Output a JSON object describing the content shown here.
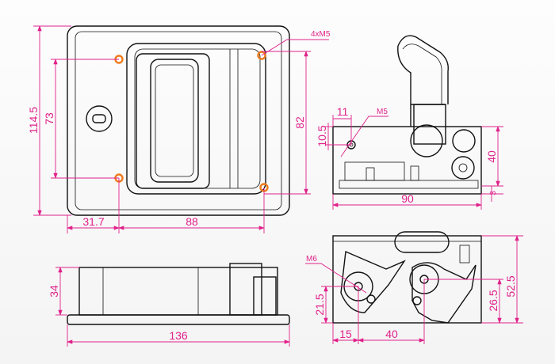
{
  "colors": {
    "dimension": "#e0218a",
    "hole": "#f07a1a",
    "line": "#111111"
  },
  "front_view": {
    "overall_height": "114.5",
    "hole_spacing_v": "73",
    "recess_height": "82",
    "edge_to_hole": "31.7",
    "hole_spacing_h": "88",
    "thread_note": "4xM5"
  },
  "side_view": {
    "height": "34",
    "length": "136"
  },
  "top_view": {
    "hole_offset_x": "11",
    "hole_offset_y": "10.5",
    "thread": "M5",
    "height": "40",
    "plate": "3",
    "width": "90"
  },
  "latch_view": {
    "thread": "M6",
    "pivot1_y": "21.5",
    "pivot1_x": "15",
    "pivot_spacing": "40",
    "pivot2_y": "26.5",
    "height": "52.5"
  }
}
